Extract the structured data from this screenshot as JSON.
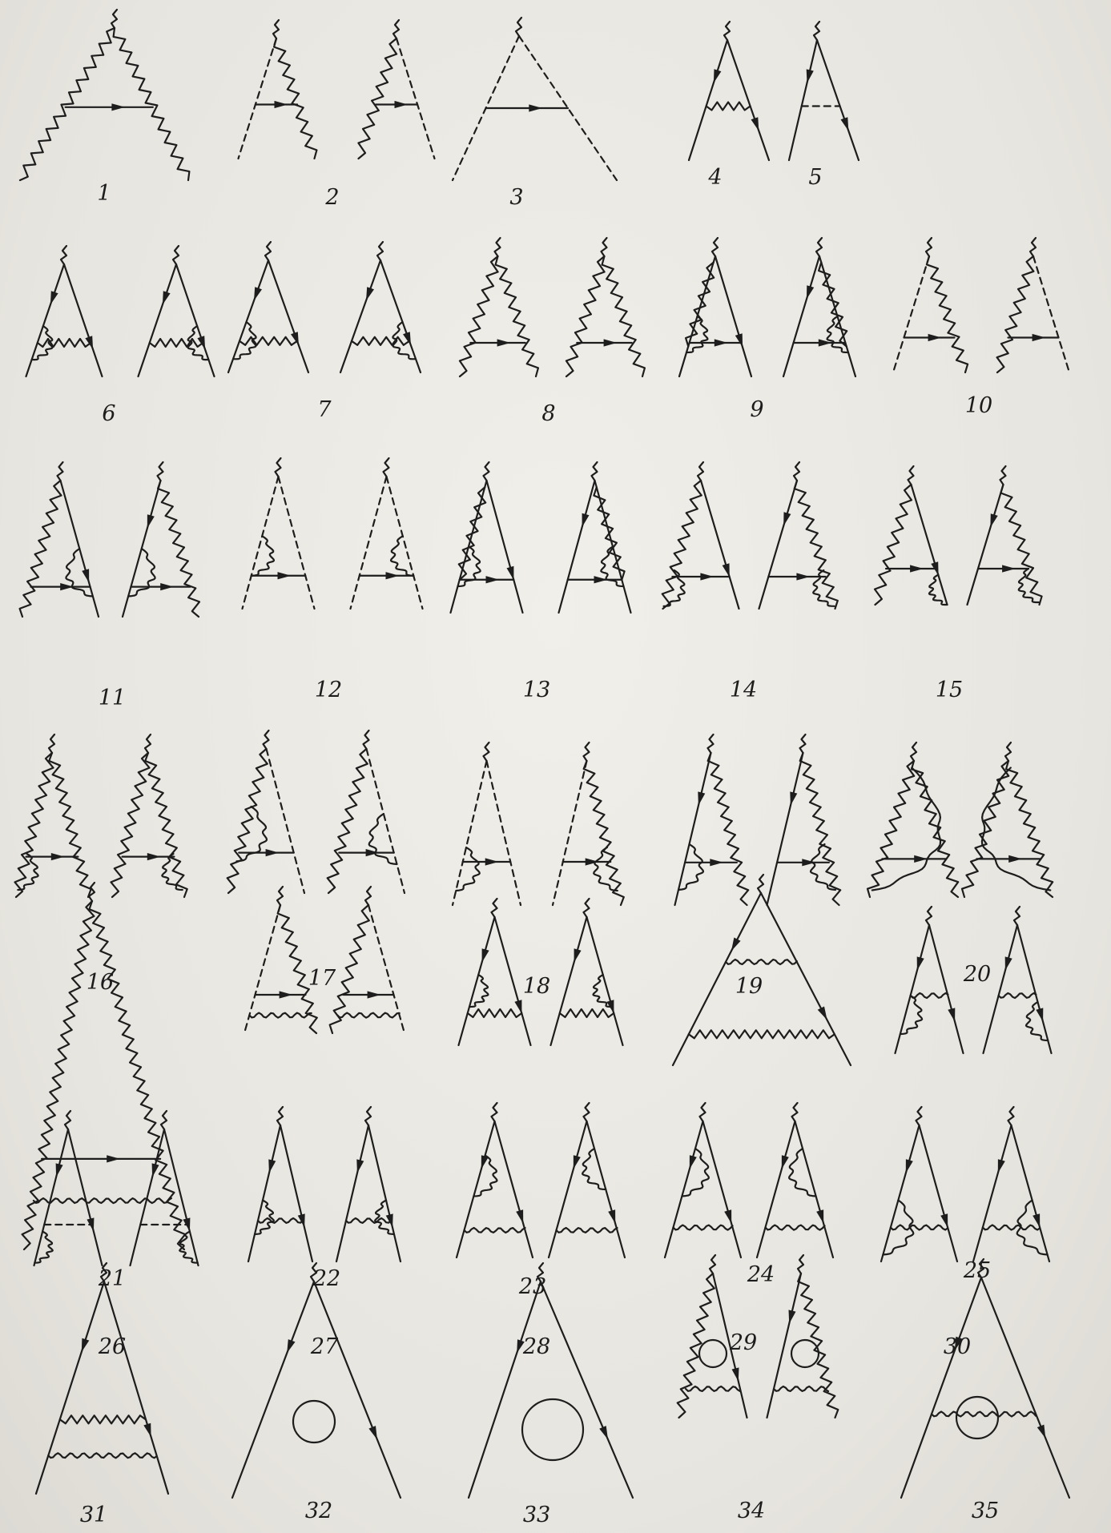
{
  "background_text": [],
  "diagrams": [
    {
      "label": "1"
    },
    {
      "label": "2"
    },
    {
      "label": "3"
    },
    {
      "label": "4"
    },
    {
      "label": "5"
    },
    {
      "label": "6"
    },
    {
      "label": "7"
    },
    {
      "label": "8"
    },
    {
      "label": "9"
    },
    {
      "label": "10"
    },
    {
      "label": "11"
    },
    {
      "label": "12"
    },
    {
      "label": "13"
    },
    {
      "label": "14"
    },
    {
      "label": "15"
    },
    {
      "label": "16"
    },
    {
      "label": "17"
    },
    {
      "label": "18"
    },
    {
      "label": "19"
    },
    {
      "label": "20"
    },
    {
      "label": "21"
    },
    {
      "label": "22"
    },
    {
      "label": "23"
    },
    {
      "label": "24"
    },
    {
      "label": "25"
    },
    {
      "label": "26"
    },
    {
      "label": "27"
    },
    {
      "label": "28"
    },
    {
      "label": "29"
    },
    {
      "label": "30"
    },
    {
      "label": "31"
    },
    {
      "label": "32"
    },
    {
      "label": "33"
    },
    {
      "label": "34"
    },
    {
      "label": "35"
    }
  ],
  "colors": {
    "ink": "#1d1d1d",
    "paper": "#ebe9e3",
    "bleed": "#d2d0ca"
  }
}
